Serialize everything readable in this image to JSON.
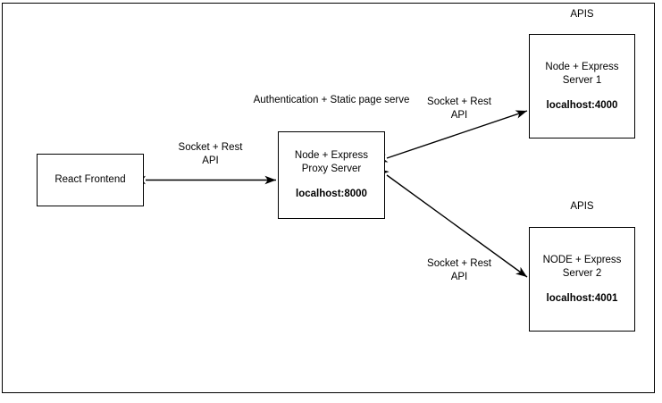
{
  "diagram": {
    "nodes": [
      {
        "id": "react-frontend",
        "title": "React Frontend",
        "address": ""
      },
      {
        "id": "proxy-server",
        "title": "Node + Express\nProxy Server",
        "address": "localhost:8000"
      },
      {
        "id": "api-server-1",
        "title": "Node + Express\nServer 1",
        "address": "localhost:4000"
      },
      {
        "id": "api-server-2",
        "title": "NODE + Express\nServer 2",
        "address": "localhost:4001"
      }
    ],
    "captions": {
      "apis_top": "APIS",
      "apis_bottom": "APIS",
      "proxy_role": "Authentication + Static page serve",
      "link_frontend_proxy": "Socket + Rest\nAPI",
      "link_proxy_server1": "Socket + Rest\nAPI",
      "link_proxy_server2": "Socket + Rest\nAPI"
    },
    "edges": [
      {
        "id": "edge-frontend-proxy",
        "from": "react-frontend",
        "to": "proxy-server",
        "arrows": "both",
        "label": "Socket + Rest API"
      },
      {
        "id": "edge-proxy-server1",
        "from": "proxy-server",
        "to": "api-server-1",
        "arrows": "both",
        "label": "Socket + Rest API"
      },
      {
        "id": "edge-proxy-server2",
        "from": "proxy-server",
        "to": "api-server-2",
        "arrows": "both",
        "label": "Socket + Rest API"
      }
    ],
    "colors": {
      "stroke": "#000000",
      "background": "#ffffff",
      "text": "#000000"
    }
  }
}
